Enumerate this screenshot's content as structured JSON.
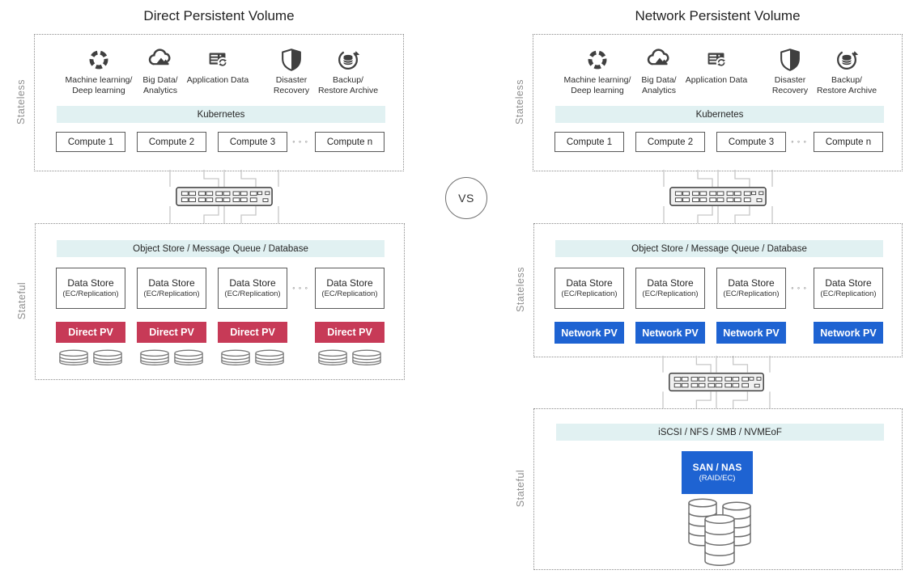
{
  "diagram": {
    "left_title": "Direct Persistent Volume",
    "right_title": "Network Persistent Volume",
    "vs_label": "VS"
  },
  "sections": {
    "stateless": "Stateless",
    "stateful": "Stateful"
  },
  "workloads": [
    {
      "name": "machine-learning",
      "label": "Machine learning/\nDeep learning"
    },
    {
      "name": "big-data-analytics",
      "label": "Big Data/\nAnalytics"
    },
    {
      "name": "application-data",
      "label": "Application Data"
    },
    {
      "name": "disaster-recovery",
      "label": "Disaster\nRecovery"
    },
    {
      "name": "backup-restore-archive",
      "label": "Backup/\nRestore Archive"
    }
  ],
  "compute": {
    "platform": "Kubernetes",
    "nodes": [
      "Compute 1",
      "Compute 2",
      "Compute 3",
      "Compute n"
    ]
  },
  "ellipsis": "◦ ◦ ◦",
  "storage": {
    "service_bar": "Object Store / Message Queue / Database",
    "data_store": {
      "title": "Data Store",
      "subtitle": "(EC/Replication)"
    },
    "direct_pv": "Direct PV",
    "network_pv": "Network PV"
  },
  "backend": {
    "protocol_bar": "iSCSI / NFS / SMB / NVMEoF",
    "san": {
      "title": "SAN / NAS",
      "subtitle": "(RAID/EC)"
    }
  },
  "colors": {
    "direct_pv": "#c73a57",
    "network_pv": "#1e63d2",
    "service_bar": "#e1f1f2"
  }
}
